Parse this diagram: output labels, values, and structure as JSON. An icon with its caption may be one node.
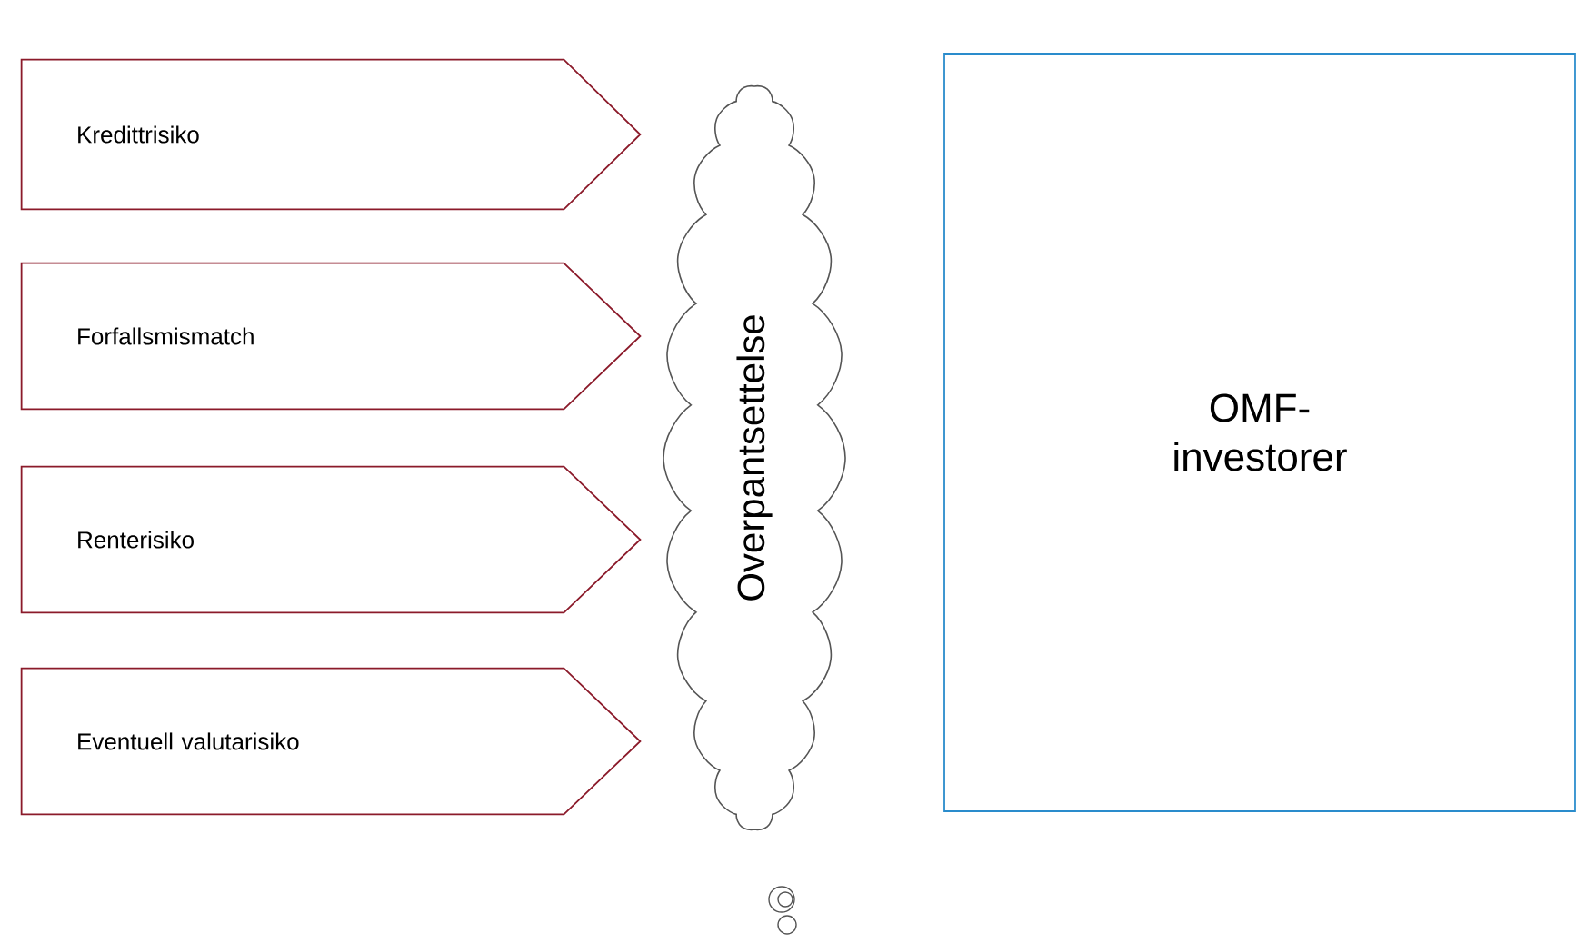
{
  "diagram": {
    "nodes": [
      {
        "text": [
          "Kredittrisiko"
        ]
      },
      {
        "text": [
          "Forfallsmismatch"
        ]
      },
      {
        "text": [
          "Renterisiko"
        ]
      },
      {
        "text": [
          "Eventuell  valutarisiko"
        ]
      },
      {
        "text": [
          "Overpantsettelse"
        ]
      },
      {
        "text": [
          "OMF- investorer"
        ]
      }
    ]
  }
}
